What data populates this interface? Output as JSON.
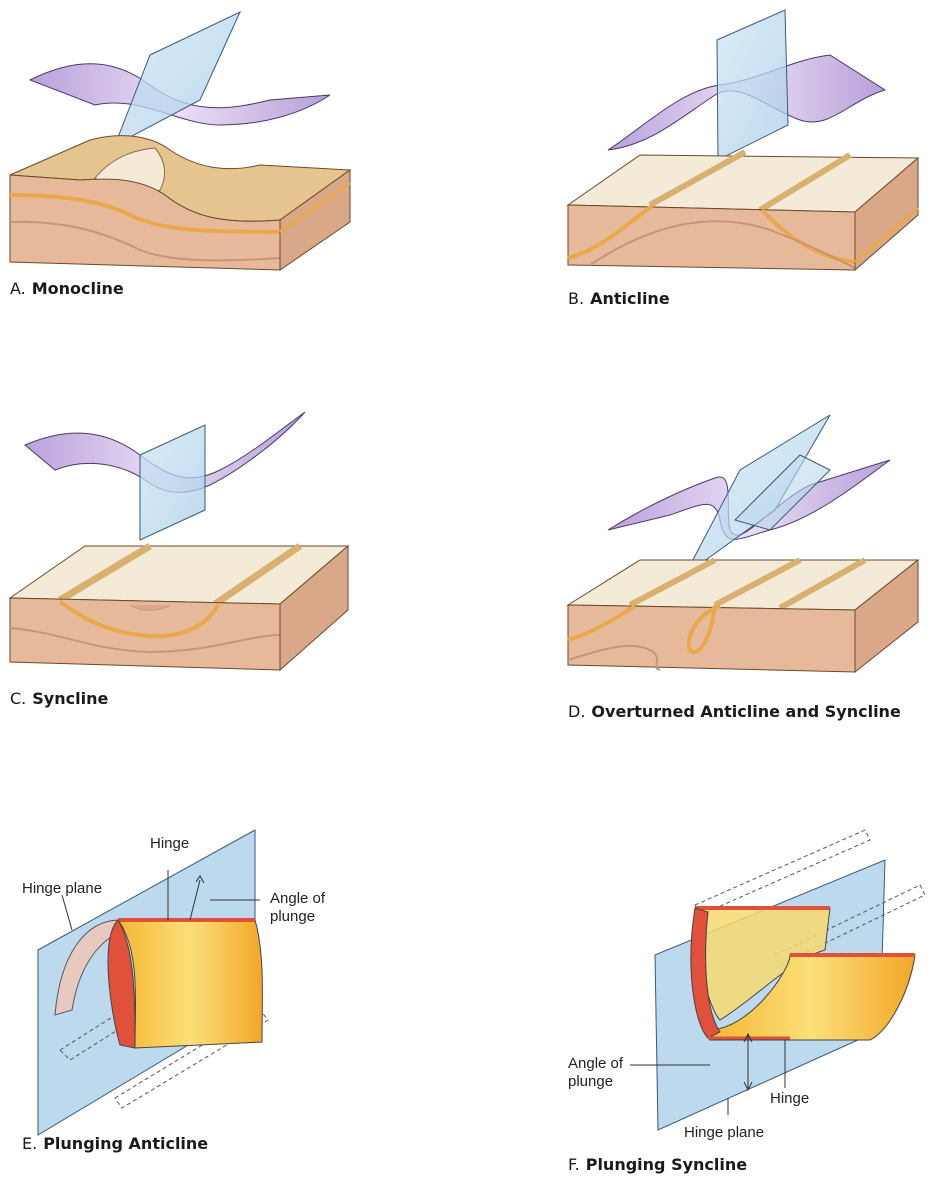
{
  "panels": {
    "a": {
      "letter": "A.",
      "title": "Monocline"
    },
    "b": {
      "letter": "B.",
      "title": "Anticline"
    },
    "c": {
      "letter": "C.",
      "title": "Syncline"
    },
    "d": {
      "letter": "D.",
      "title": "Overturned Anticline and Syncline"
    },
    "e": {
      "letter": "E.",
      "title": "Plunging Anticline",
      "labels": {
        "hinge": "Hinge",
        "hinge_plane": "Hinge plane",
        "angle_line1": "Angle of",
        "angle_line2": "plunge"
      }
    },
    "f": {
      "letter": "F.",
      "title": "Plunging Syncline",
      "labels": {
        "hinge": "Hinge",
        "hinge_plane": "Hinge plane",
        "angle_line1": "Angle of",
        "angle_line2": "plunge"
      }
    }
  },
  "colors": {
    "fold_surface": "#c9b2e0",
    "hinge_plane": "#bcd9ee",
    "block_top": "#efe4cc",
    "block_side": "#e3b89a",
    "marker_bed": "#e8a94a",
    "fold_yellow": "#f5c030",
    "fold_red": "#e0503a"
  }
}
